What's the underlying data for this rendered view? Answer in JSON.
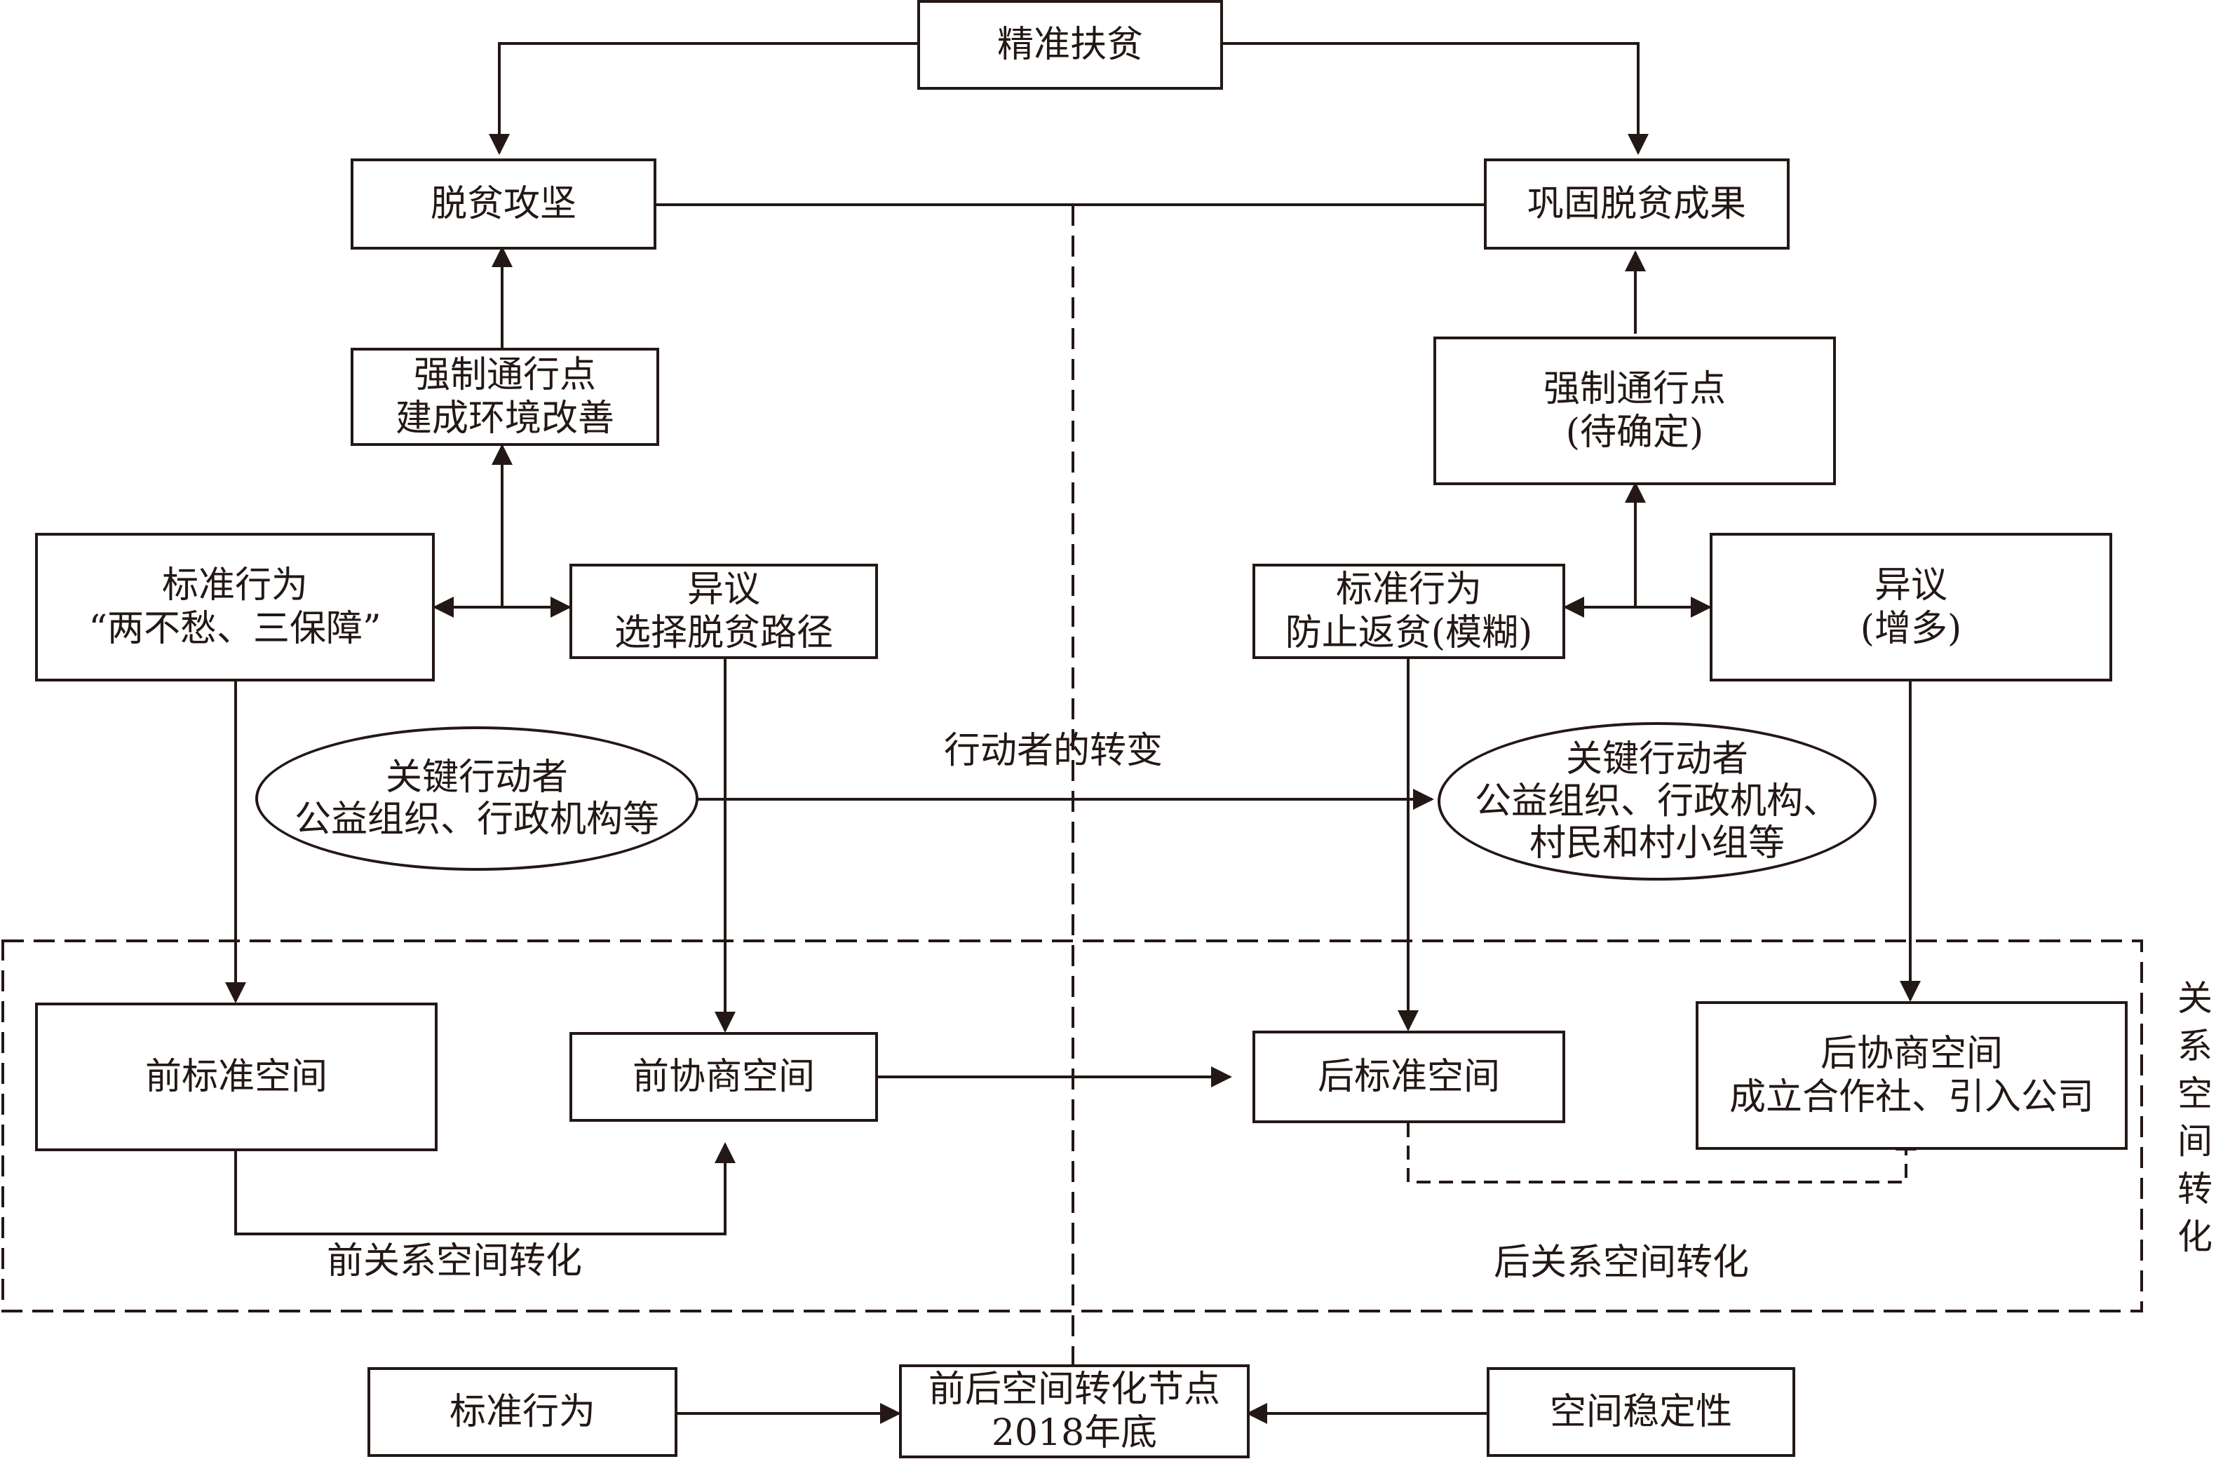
{
  "top": {
    "policy": "精准扶贫"
  },
  "left": {
    "goal": "脱贫攻坚",
    "opp": [
      "强制通行点",
      "建成环境改善"
    ],
    "standard": [
      "标准行为",
      "“两不愁、三保障”"
    ],
    "dissent": [
      "异议",
      "选择脱贫路径"
    ],
    "actor": [
      "关键行动者",
      "公益组织、行政机构等"
    ],
    "std_space": "前标准空间",
    "nego_space": "前协商空间",
    "transform_label": "前关系空间转化"
  },
  "right": {
    "goal": "巩固脱贫成果",
    "opp": [
      "强制通行点",
      "(待确定)"
    ],
    "standard": [
      "标准行为",
      "防止返贫(模糊)"
    ],
    "dissent": [
      "异议",
      "(增多)"
    ],
    "actor": [
      "关键行动者",
      "公益组织、行政机构、",
      "村民和村小组等"
    ],
    "std_space": "后标准空间",
    "nego_space": [
      "后协商空间",
      "成立合作社、引入公司"
    ],
    "transform_label": "后关系空间转化"
  },
  "middle": {
    "actor_shift": "行动者的转变"
  },
  "frame_label": [
    "关",
    "系",
    "空",
    "间",
    "转",
    "化"
  ],
  "bottom": {
    "left": "标准行为",
    "node": [
      "前后空间转化节点",
      "2018年底"
    ],
    "right": "空间稳定性"
  },
  "colors": {
    "ink": "#231815",
    "background": "#ffffff"
  }
}
